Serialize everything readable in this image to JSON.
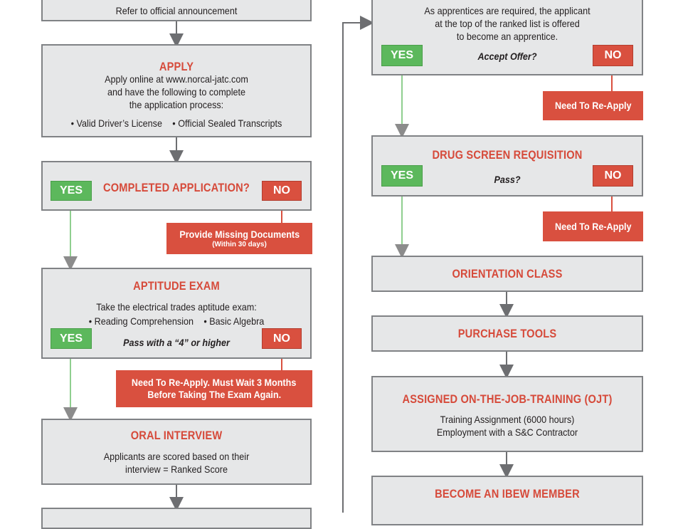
{
  "intro": {
    "text": "Refer to official announcement"
  },
  "apply": {
    "title": "APPLY",
    "line1": "Apply online at www.norcal-jatc.com",
    "line2": "and have the following to complete",
    "line3": "the application process:",
    "bullet1": "Valid Driver’s License",
    "bullet2": "Official Sealed Transcripts"
  },
  "completed": {
    "title": "COMPLETED APPLICATION?",
    "yes": "YES",
    "no": "NO",
    "outcome_main": "Provide Missing Documents",
    "outcome_sub": "(Within 30 days)"
  },
  "aptitude": {
    "title": "APTITUDE EXAM",
    "line1": "Take the electrical trades aptitude exam:",
    "bullet1": "Reading Comprehension",
    "bullet2": "Basic Algebra",
    "prompt": "Pass with a “4” or higher",
    "yes": "YES",
    "no": "NO",
    "outcome_line1": "Need To Re-Apply. Must Wait 3 Months",
    "outcome_line2": "Before Taking The Exam Again."
  },
  "interview": {
    "title": "ORAL INTERVIEW",
    "line1": "Applicants are scored based on their",
    "line2": "interview = Ranked Score"
  },
  "offer": {
    "line1": "As apprentices are required, the applicant",
    "line2": "at the top of the ranked list is offered",
    "line3": "to become an apprentice.",
    "prompt": "Accept Offer?",
    "yes": "YES",
    "no": "NO",
    "outcome": "Need To Re-Apply"
  },
  "drug": {
    "title": "DRUG SCREEN REQUISITION",
    "prompt": "Pass?",
    "yes": "YES",
    "no": "NO",
    "outcome": "Need To Re-Apply"
  },
  "orientation": {
    "title": "ORIENTATION CLASS"
  },
  "tools": {
    "title": "PURCHASE TOOLS"
  },
  "ojt": {
    "title": "ASSIGNED ON-THE-JOB-TRAINING (OJT)",
    "line1": "Training Assignment (6000 hours)",
    "line2": "Employment with a S&C Contractor"
  },
  "member": {
    "title": "BECOME AN IBEW MEMBER"
  },
  "colors": {
    "title_red": "#d64a3a",
    "yes_green": "#5cb85c",
    "no_red": "#d9503f",
    "box_fill": "#e6e7e8",
    "box_border": "#808285",
    "connector_gray": "#6d6e71",
    "yes_connector": "#8fcf8f"
  }
}
